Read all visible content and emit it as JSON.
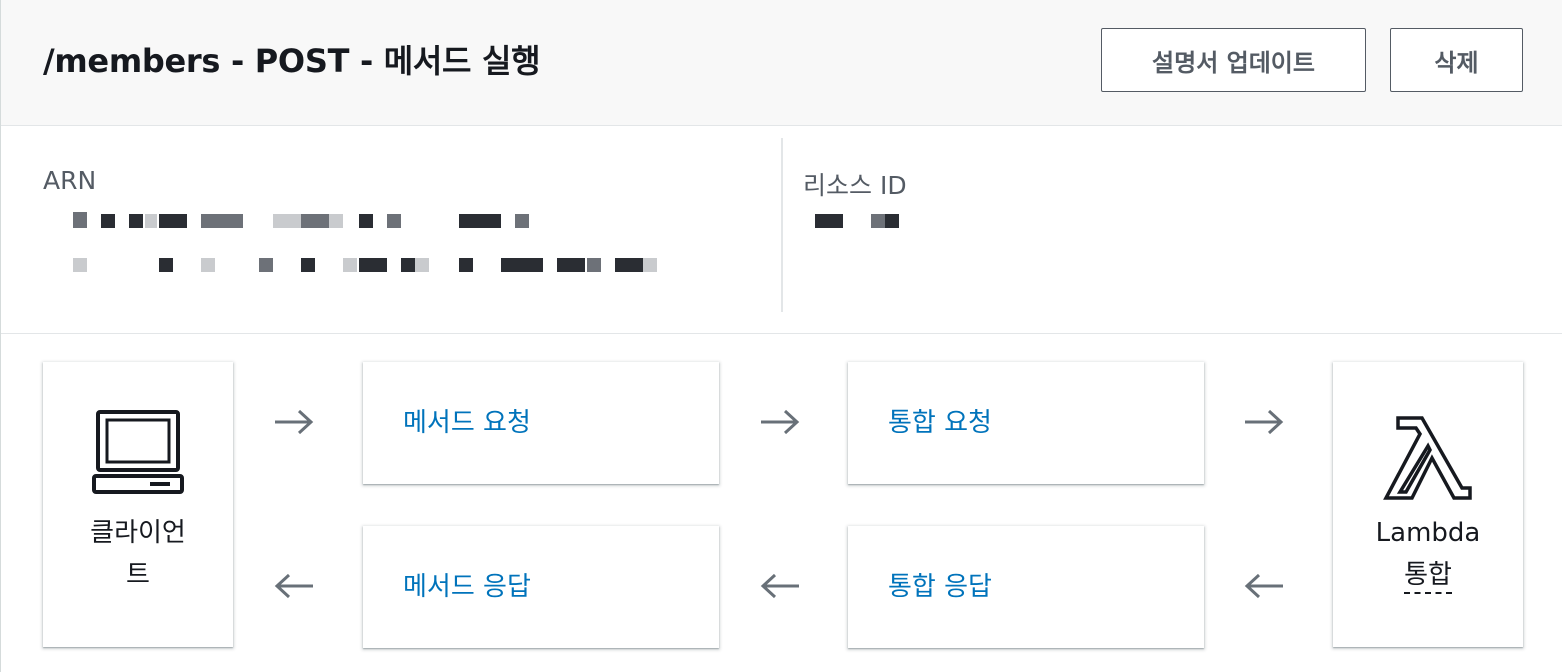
{
  "header": {
    "title": "/members - POST - 메서드 실행",
    "docs_button": "설명서 업데이트",
    "delete_button": "삭제"
  },
  "details": {
    "arn_label": "ARN",
    "resource_id_label": "리소스 ID"
  },
  "flow": {
    "client_label_line1": "클라이언",
    "client_label_line2": "트",
    "method_request": "메서드 요청",
    "integration_request": "통합 요청",
    "method_response": "메서드 응답",
    "integration_response": "통합 응답",
    "lambda_label_line1": "Lambda",
    "lambda_label_line2": "통합"
  },
  "colors": {
    "link": "#0073bb",
    "text": "#16191f",
    "secondary_text": "#545b64",
    "header_bg": "#f8f8f8",
    "arrow": "#687078"
  },
  "icons": {
    "client": "laptop-icon",
    "lambda": "lambda-icon",
    "forward": "arrow-right-icon",
    "back": "arrow-left-icon"
  }
}
